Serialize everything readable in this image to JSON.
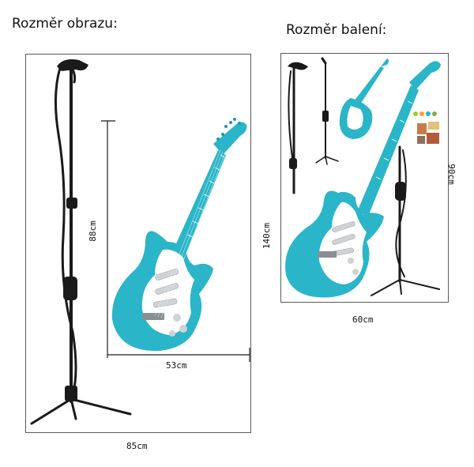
{
  "headings": {
    "left": "Rozměr obrazu:",
    "right": "Rozměr balení:"
  },
  "dimensions": {
    "image_width": "85cm",
    "image_height": "140cm",
    "guitar_width": "53cm",
    "guitar_height": "88cm",
    "package_width": "60cm",
    "package_height": "90cm"
  },
  "colors": {
    "guitar_body": "#2bb5c8",
    "guitar_dark": "#1d97a8",
    "stand": "#1a1a1a",
    "frame": "#5a5a5a"
  },
  "icons": [
    "microphone-stand-icon",
    "electric-guitar-icon",
    "package-thumbnail-icon"
  ]
}
